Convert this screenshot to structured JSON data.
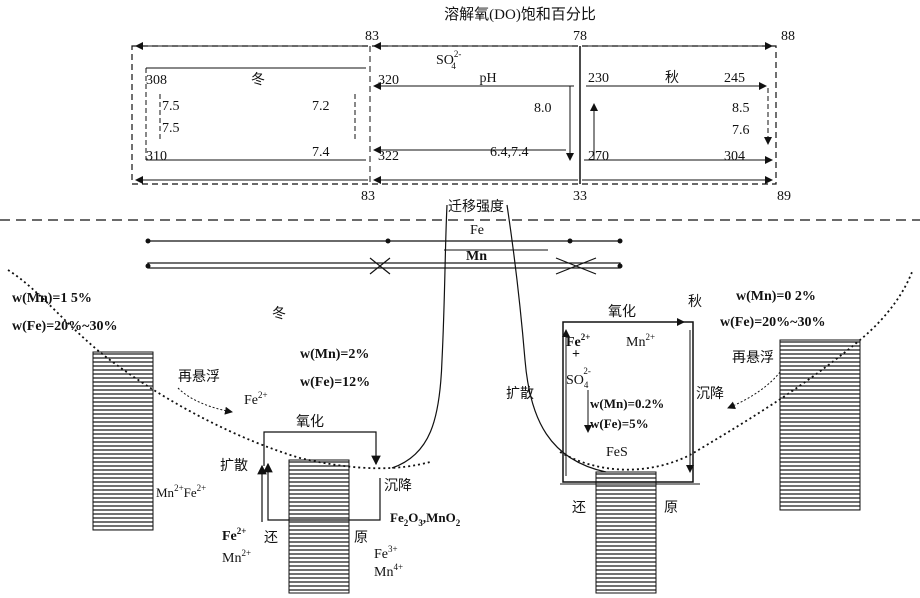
{
  "title": "溶解氧(DO)饱和百分比",
  "top_panel": {
    "top_numbers": {
      "left": "83",
      "mid": "78",
      "right": "88"
    },
    "bottom_numbers": {
      "left": "83",
      "mid": "33",
      "right": "89"
    },
    "left_box": {
      "season": "冬",
      "tl": "308",
      "r1a": "7.5",
      "r1b": "7.2",
      "r2": "7.5",
      "bl": "310",
      "br": "7.4"
    },
    "mid_box": {
      "so4": "SO",
      "so4_sup": "2-",
      "so4_sub": "4",
      "label": "pH",
      "tl": "320",
      "r1": "8.0",
      "bl": "322",
      "br": "6.4,7.4"
    },
    "right_box": {
      "season": "秋",
      "tl": "230",
      "tr": "245",
      "r1": "8.5",
      "r2": "7.6",
      "bl": "270",
      "br": "304"
    },
    "migration": "迁移强度"
  },
  "legend": {
    "fe": "Fe",
    "mn": "Mn"
  },
  "left_basin": {
    "mn_top": "w(Mn)=1 5%",
    "fe_top": "w(Fe)=20%~30%",
    "season": "冬",
    "mn_inner": "w(Mn)=2%",
    "fe_inner": "w(Fe)=12%",
    "resuspend": "再悬浮",
    "fe2": "Fe",
    "oxidize": "氧化",
    "diffuse": "扩散",
    "settle": "沉降",
    "mnfe": "Mn",
    "oxides": "Fe",
    "oxides_b": ",MnO",
    "fe2_bottom": "Fe",
    "mn2_bottom": "Mn",
    "reduce_a": "还",
    "reduce_b": "原",
    "fe3": "Fe",
    "mn4": "Mn"
  },
  "right_basin": {
    "oxidize": "氧化",
    "season": "秋",
    "mn_top": "w(Mn)=0 2%",
    "fe_top": "w(Fe)=20%~30%",
    "fe2": "Fe",
    "plus": "+",
    "mn2": "Mn",
    "so4": "SO",
    "mn_inner": "w(Mn)=0.2%",
    "fe_inner": "w(Fe)=5%",
    "fes": "FeS",
    "diffuse": "扩散",
    "settle": "沉降",
    "resuspend": "再悬浮",
    "reduce_a": "还",
    "reduce_b": "原"
  },
  "colors": {
    "ink": "#111111",
    "background": "#ffffff"
  }
}
